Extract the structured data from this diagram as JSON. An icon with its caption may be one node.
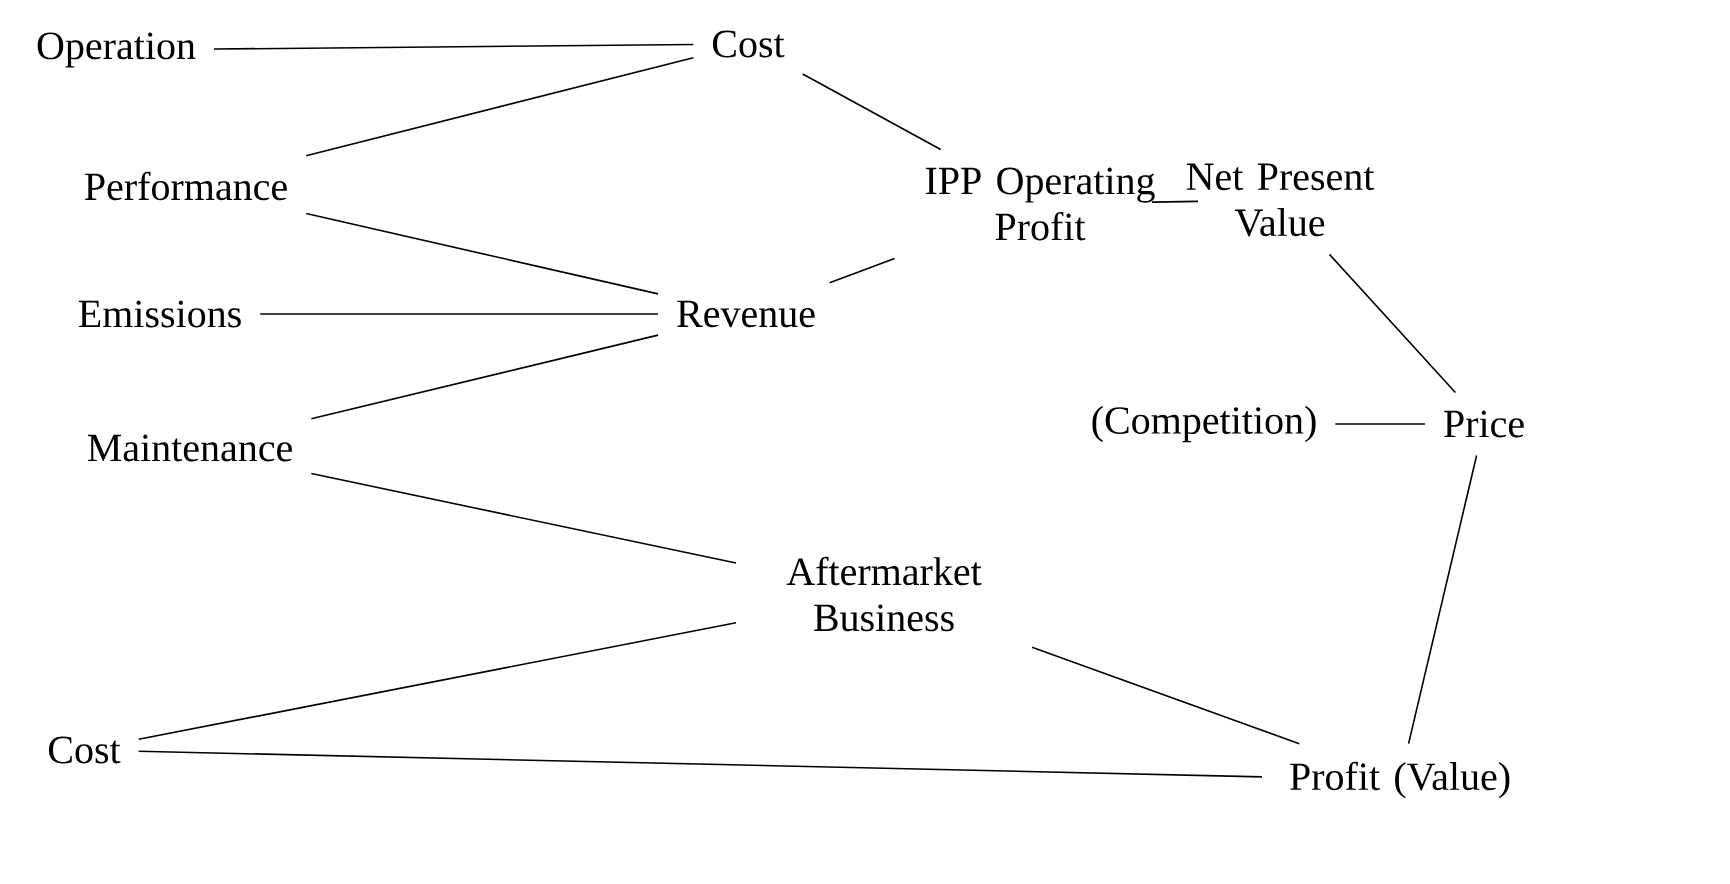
{
  "diagram": {
    "nodes": [
      {
        "text": [
          "Operation"
        ]
      },
      {
        "text": [
          "Cost"
        ]
      },
      {
        "text": [
          "Performance"
        ]
      },
      {
        "text": [
          "IPP Operating Profit"
        ]
      },
      {
        "text": [
          "Net Present Value"
        ]
      },
      {
        "text": [
          "Emissions"
        ]
      },
      {
        "text": [
          "Revenue"
        ]
      },
      {
        "text": [
          "Maintenance"
        ]
      },
      {
        "text": [
          "(Competition)"
        ]
      },
      {
        "text": [
          "Price"
        ]
      },
      {
        "text": [
          "Aftermarket Business"
        ]
      },
      {
        "text": [
          "Cost"
        ]
      },
      {
        "text": [
          "Profit (Value)"
        ]
      }
    ],
    "edges": [
      {
        "from": 0,
        "to": 1,
        "arrow": "none"
      },
      {
        "from": 1,
        "to": 3,
        "arrow": "none"
      },
      {
        "from": 2,
        "to": 1,
        "arrow": "none"
      },
      {
        "from": 2,
        "to": 6,
        "arrow": "none"
      },
      {
        "from": 5,
        "to": 6,
        "arrow": "none"
      },
      {
        "from": 6,
        "to": 3,
        "arrow": "none"
      },
      {
        "from": 7,
        "to": 6,
        "arrow": "none"
      },
      {
        "from": 3,
        "to": 4,
        "arrow": "none"
      },
      {
        "from": 4,
        "to": 9,
        "arrow": "none"
      },
      {
        "from": 8,
        "to": 9,
        "arrow": "none"
      },
      {
        "from": 9,
        "to": 12,
        "arrow": "none"
      },
      {
        "from": 7,
        "to": 10,
        "arrow": "none"
      },
      {
        "from": 10,
        "to": 12,
        "arrow": "none"
      },
      {
        "from": 11,
        "to": 10,
        "arrow": "none"
      },
      {
        "from": 11,
        "to": 12,
        "arrow": "none"
      }
    ]
  }
}
